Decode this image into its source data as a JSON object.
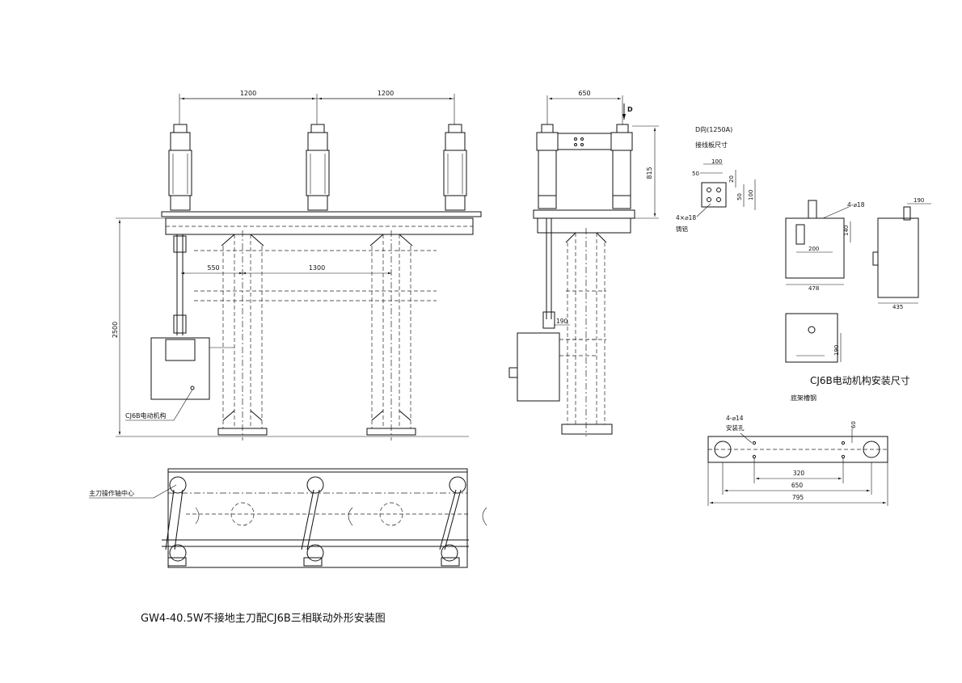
{
  "drawing": {
    "title": "GW4-40.5W不接地主刀配CJ6B三相联动外形安装图"
  },
  "front_view": {
    "dims": {
      "pitch_left": "1200",
      "pitch_right": "1200",
      "height": "2500",
      "offset": "550",
      "span": "1300"
    },
    "label_mechanism": "CJ6B电动机构"
  },
  "side_view": {
    "dims": {
      "width": "650",
      "height": "815",
      "motor_offset": "190"
    },
    "view_mark": "D"
  },
  "terminal_plate": {
    "title": "D向(1250A)",
    "subtitle": "接线板尺寸",
    "dims": {
      "d100": "100",
      "d50": "50",
      "d20": "20",
      "d50v": "50",
      "d100v": "100"
    },
    "holes": "4×⌀18",
    "material": "铸铝"
  },
  "mechanism_mounting": {
    "caption": "CJ6B电动机构安装尺寸",
    "dims": {
      "holes": "4-⌀18",
      "h140": "140",
      "w200": "200",
      "w478": "478",
      "w435": "435",
      "w190": "190",
      "h190": "190"
    }
  },
  "base_channel": {
    "title": "底架槽钢",
    "dims": {
      "holes": "4-⌀14",
      "hole_label": "安装孔",
      "h60": "60",
      "w320": "320",
      "w650": "650",
      "w795": "795"
    }
  },
  "plan_view": {
    "label_axis": "主刀操作轴中心"
  }
}
